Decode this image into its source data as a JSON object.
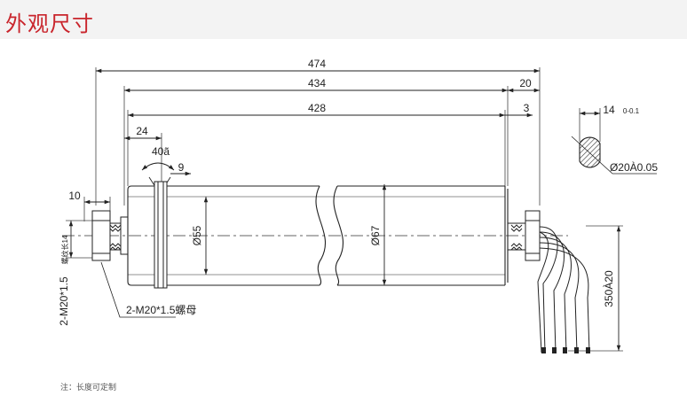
{
  "header": {
    "title": "外观尺寸"
  },
  "dimensions": {
    "overall_length": "474",
    "body_length_434": "434",
    "tube_length": "428",
    "right_shaft": "20",
    "end_gap": "3",
    "groove_offset": "24",
    "groove_angle": "40ã",
    "groove_width": "9",
    "left_shaft": "10",
    "groove_diameter": "Ø55",
    "tube_diameter": "Ø67",
    "flat_width": "14",
    "flat_tolerance": "0-0.1",
    "shaft_diameter": "Ø20À0.05",
    "cable_length": "350À20",
    "thread_note_main": "2-M20*1.5",
    "thread_note_small": "螺纹长14",
    "nut_note": "2-M20*1.5螺母"
  },
  "footer": {
    "note": "注：长度可定制"
  },
  "colors": {
    "title": "#c9252c",
    "header_bg": "#f3f3f3",
    "line": "#222222"
  }
}
